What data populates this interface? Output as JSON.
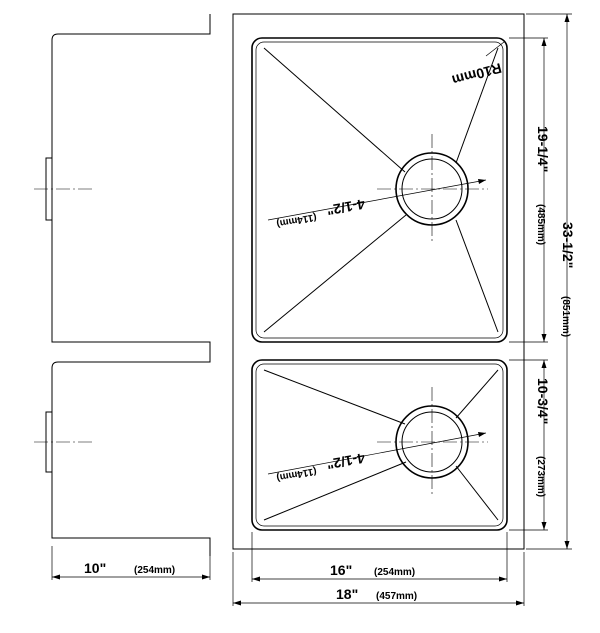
{
  "dimensions": {
    "side_depth": {
      "inch": "10\"",
      "mm": "(254mm)"
    },
    "bowl_width": {
      "inch": "16\"",
      "mm": "(254mm)"
    },
    "overall_width": {
      "inch": "18\"",
      "mm": "(457mm)"
    },
    "large_bowl_length": {
      "inch": "19-1/4\"",
      "mm": "(485mm)"
    },
    "small_bowl_length": {
      "inch": "10-3/4\"",
      "mm": "(273mm)"
    },
    "overall_length": {
      "inch": "33-1/2\"",
      "mm": "(851mm)"
    },
    "corner_radius": "R10mm",
    "drain_large": {
      "inch": "4-1/2\"",
      "mm": "(114mm)"
    },
    "drain_small": {
      "inch": "4-1/2\"",
      "mm": "(114mm)"
    }
  },
  "colors": {
    "line": "#000000",
    "background": "#ffffff"
  }
}
